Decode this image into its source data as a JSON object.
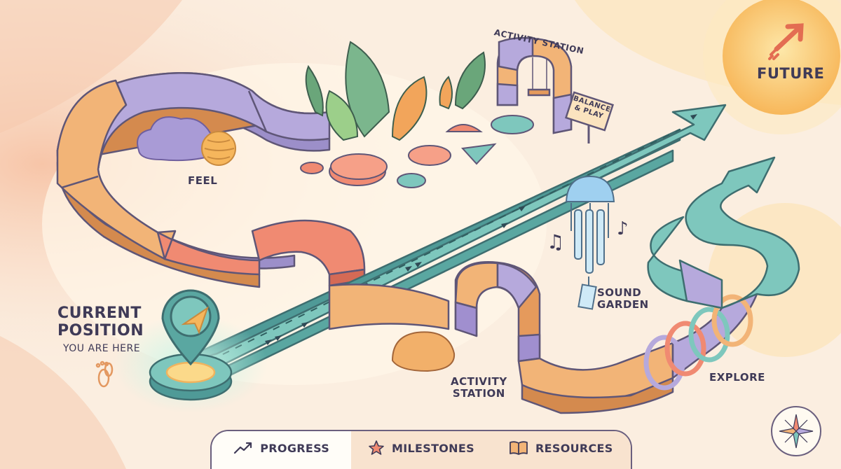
{
  "labels": {
    "current_position": "CURRENT\nPOSITION",
    "you_are_here": "YOU ARE HERE",
    "feel": "FEEL",
    "activity_station_top": "ACTIVITY STATION",
    "balance_sign": "BALANCE\n& PLAY",
    "future": "FUTURE",
    "sound_garden": "SOUND\nGARDEN",
    "activity_station_bottom": "ACTIVITY\nSTATION",
    "explore": "EXPLORE"
  },
  "tabs": [
    {
      "label": "PROGRESS",
      "icon": "trend-line-icon",
      "active": true
    },
    {
      "label": "MILESTONES",
      "icon": "star-icon",
      "active": false
    },
    {
      "label": "RESOURCES",
      "icon": "book-icon",
      "active": false
    }
  ],
  "colors": {
    "teal": "#7ec7bd",
    "purple": "#b6a9dc",
    "orange": "#f2b477",
    "coral": "#f08a72",
    "sun": "#f9c66c",
    "ink": "#3f3a57"
  }
}
